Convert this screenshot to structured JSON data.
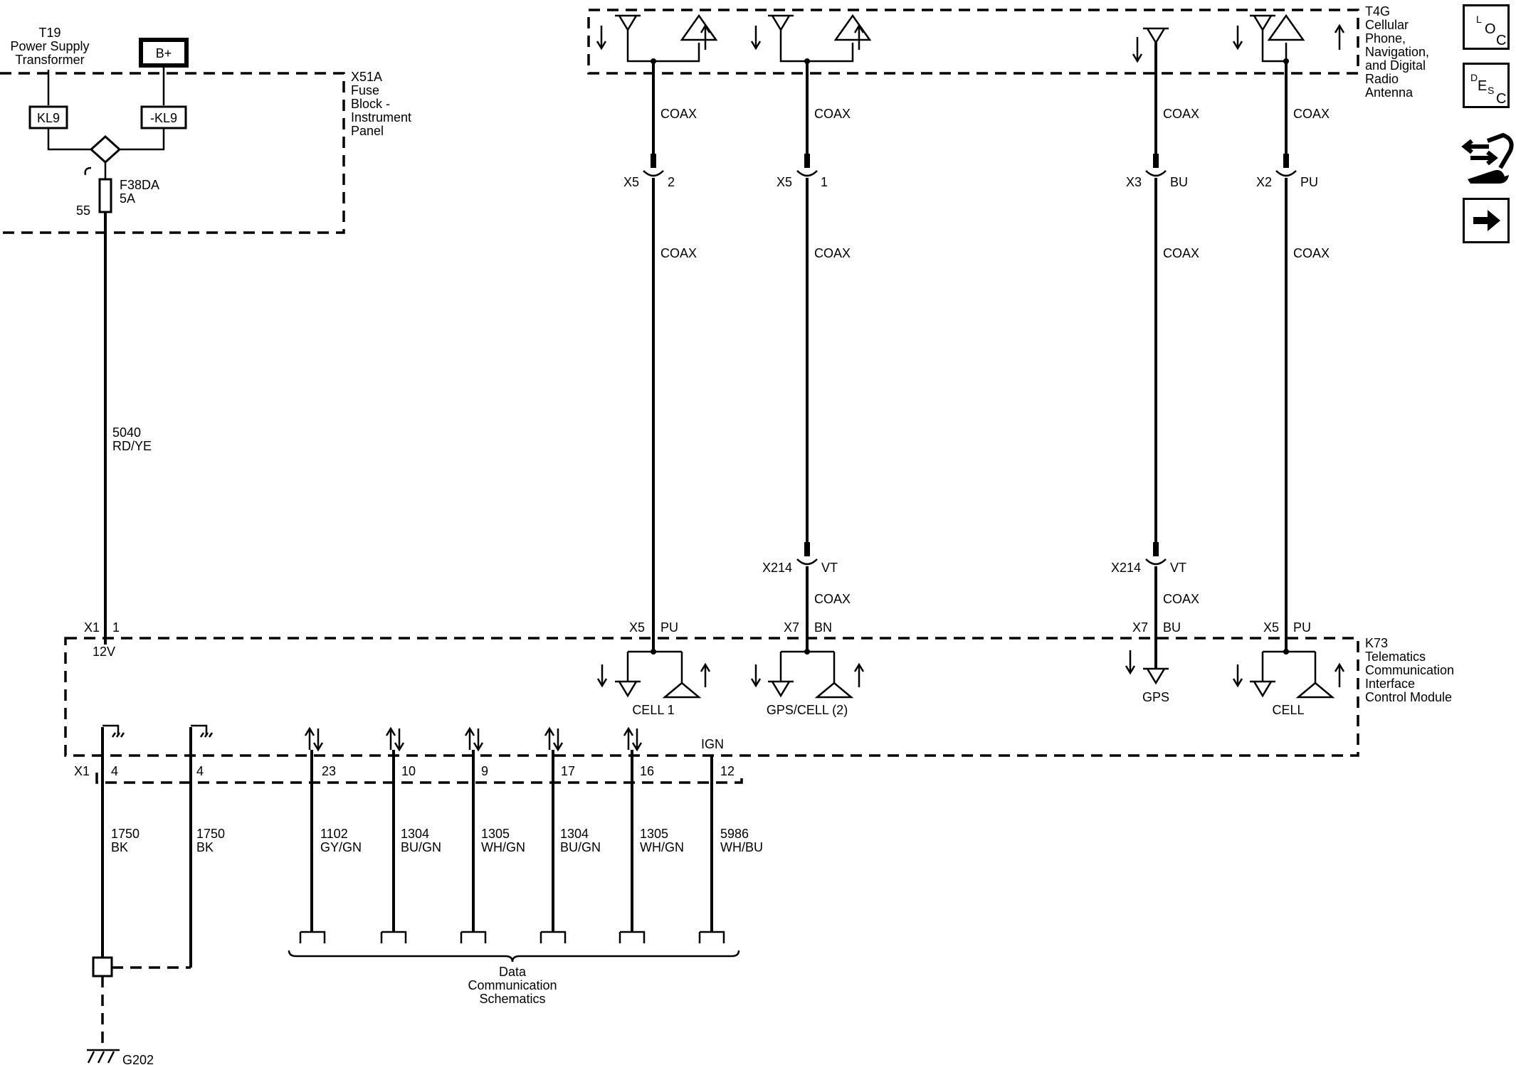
{
  "power": {
    "transformer_line1": "T19",
    "transformer_line2": "Power Supply",
    "transformer_line3": "Transformer",
    "battery": "B+",
    "kl9": "KL9",
    "kl9_neg": "-KL9",
    "fuse_name": "F38DA",
    "fuse_rating": "5A",
    "fuse_pin": "55",
    "fuse_block_line1": "X51A",
    "fuse_block_line2": "Fuse",
    "fuse_block_line3": "Block -",
    "fuse_block_line4": "Instrument",
    "fuse_block_line5": "Panel",
    "wire_number": "5040",
    "wire_color": "RD/YE",
    "conn": "X1",
    "pin": "1",
    "voltage": "12V"
  },
  "antenna": {
    "line1": "T4G",
    "line2": "Cellular",
    "line3": "Phone,",
    "line4": "Navigation,",
    "line5": "and Digital",
    "line6": "Radio",
    "line7": "Antenna"
  },
  "coax_label": "COAX",
  "feeds": [
    {
      "conn_top": "X5",
      "pin_top": "2",
      "inline_conn": "",
      "inline_color": "",
      "conn_bottom": "X5",
      "color_bottom": "PU",
      "label": "CELL 1"
    },
    {
      "conn_top": "X5",
      "pin_top": "1",
      "inline_conn": "X214",
      "inline_color": "VT",
      "conn_bottom": "X7",
      "color_bottom": "BN",
      "label": "GPS/CELL (2)"
    },
    {
      "conn_top": "X3",
      "pin_top": "BU",
      "inline_conn": "X214",
      "inline_color": "VT",
      "conn_bottom": "X7",
      "color_bottom": "BU",
      "label": "GPS"
    },
    {
      "conn_top": "X2",
      "pin_top": "PU",
      "inline_conn": "",
      "inline_color": "",
      "conn_bottom": "X5",
      "color_bottom": "PU",
      "label": "CELL"
    }
  ],
  "module": {
    "line1": "K73",
    "line2": "Telematics",
    "line3": "Communication",
    "line4": "Interface",
    "line5": "Control Module",
    "ign": "IGN",
    "conn": "X1"
  },
  "grounds": [
    {
      "pin": "4",
      "wire": "1750",
      "color": "BK"
    },
    {
      "pin": "4",
      "wire": "1750",
      "color": "BK"
    }
  ],
  "ground_point": "G202",
  "data_pins": [
    {
      "pin": "23",
      "wire": "1102",
      "color": "GY/GN"
    },
    {
      "pin": "10",
      "wire": "1304",
      "color": "BU/GN"
    },
    {
      "pin": "9",
      "wire": "1305",
      "color": "WH/GN"
    },
    {
      "pin": "17",
      "wire": "1304",
      "color": "BU/GN"
    },
    {
      "pin": "16",
      "wire": "1305",
      "color": "WH/GN"
    },
    {
      "pin": "12",
      "wire": "5986",
      "color": "WH/BU"
    }
  ],
  "data_comm_line1": "Data",
  "data_comm_line2": "Communication",
  "data_comm_line3": "Schematics",
  "side_buttons": {
    "loc_l": "L",
    "loc_o": "O",
    "loc_c": "C",
    "desc_d": "D",
    "desc_e": "E",
    "desc_s": "S",
    "desc_c": "C"
  }
}
